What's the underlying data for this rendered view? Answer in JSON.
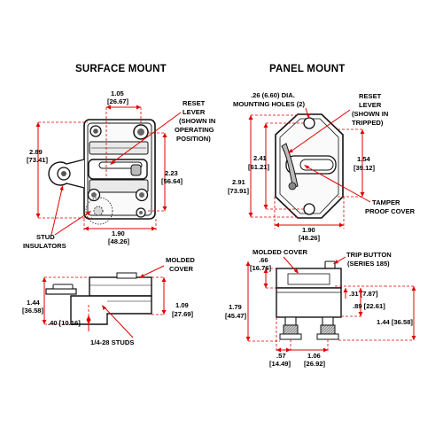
{
  "headings": {
    "surface_mount": "SURFACE MOUNT",
    "panel_mount": "PANEL MOUNT"
  },
  "surface_top": {
    "width_top": "1.05",
    "width_top_mm": "[26.67]",
    "height_left": "2.89",
    "height_left_mm": "[73.41]",
    "height_right": "2.23",
    "height_right_mm": "[56.64]",
    "width_bottom": "1.90",
    "width_bottom_mm": "[48.26]",
    "reset_lever_lines": [
      "RESET",
      "LEVER",
      "(SHOWN IN",
      "OPERATING",
      "POSITION)"
    ],
    "stud_insulators_lines": [
      "STUD",
      "INSULATORS"
    ]
  },
  "surface_side": {
    "molded_cover_lines": [
      "MOLDED",
      "COVER"
    ],
    "height_left": "1.44",
    "height_left_mm": "[36.58]",
    "height_right": "1.09",
    "height_right_mm": "[27.69]",
    "stud_offset": ".40 [10.16]",
    "studs": "1/4-28 STUDS"
  },
  "panel_top": {
    "holes_lines": [
      ".26 (6.60) DIA.",
      "MOUNTING HOLES (2)"
    ],
    "reset_lever_lines": [
      "RESET",
      "LEVER",
      "(SHOWN IN",
      "TRIPPED)"
    ],
    "height_outer": "2.91",
    "height_outer_mm": "[73.91]",
    "height_inner": "2.41",
    "height_inner_mm": "[61.21]",
    "height_right": "1.54",
    "height_right_mm": "[39.12]",
    "tamper_lines": [
      "TAMPER",
      "PROOF COVER"
    ],
    "width_bottom": "1.90",
    "width_bottom_mm": "[48.26]"
  },
  "panel_side": {
    "molded_cover": "MOLDED COVER",
    "trip_button_lines": [
      "TRIP BUTTON",
      "(SERIES 185)"
    ],
    "cover_h": ".66",
    "cover_h_mm": "[16.76]",
    "height_left": "1.79",
    "height_left_mm": "[45.47]",
    "trip_h": ".31 [7.87]",
    "body_h": ".89 [22.61]",
    "height_right": "1.44 [36.58]",
    "stud_offset": ".57",
    "stud_offset_mm": "[14.49]",
    "stud_spacing": "1.06",
    "stud_spacing_mm": "[26.92]"
  },
  "colors": {
    "dimension": "#e00000",
    "outline": "#111111",
    "shade": "#bdbdbd"
  }
}
